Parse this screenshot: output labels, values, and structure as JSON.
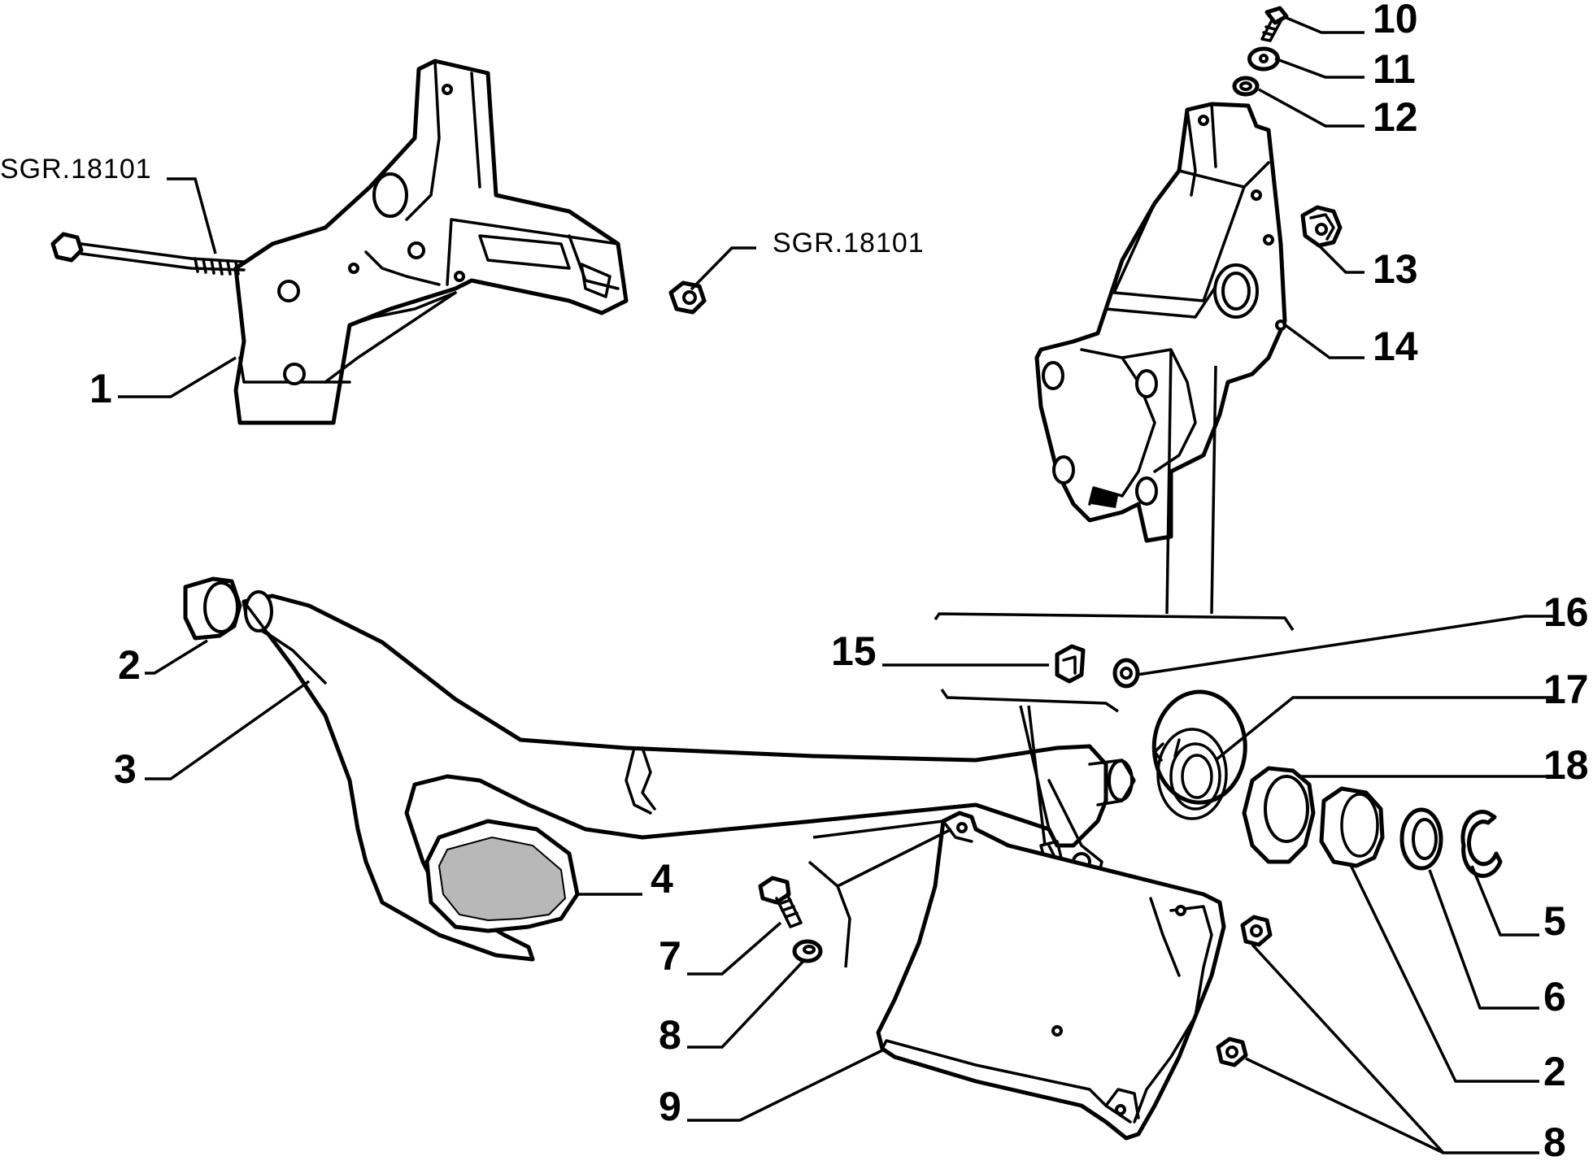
{
  "labels": {
    "ref_left": "SGR.18101",
    "ref_right": "SGR.18101",
    "n1": "1",
    "n2a": "2",
    "n3": "3",
    "n4": "4",
    "n5": "5",
    "n6": "6",
    "n7": "7",
    "n8a": "8",
    "n9": "9",
    "n10": "10",
    "n11": "11",
    "n12": "12",
    "n13": "13",
    "n14": "14",
    "n15": "15",
    "n16": "16",
    "n17": "17",
    "n18": "18",
    "n2b": "2",
    "n8b": "8"
  }
}
